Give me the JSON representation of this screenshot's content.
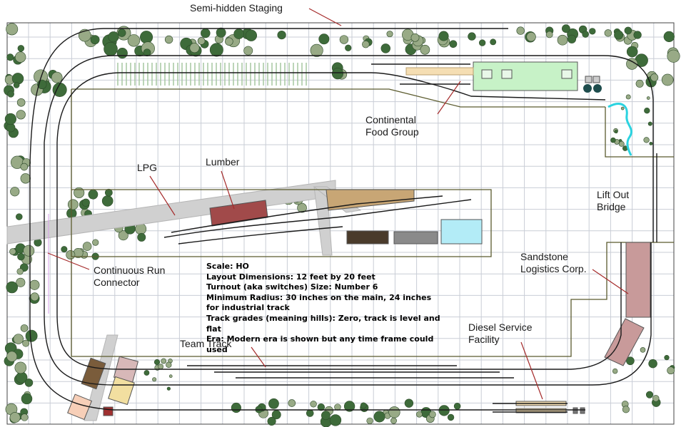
{
  "labels": {
    "staging": "Semi-hidden Staging",
    "continental": "Continental Food Group",
    "lpg": "LPG",
    "lumber": "Lumber",
    "lift_out": "Lift Out Bridge",
    "sandstone": "Sandstone Logistics Corp.",
    "continuous_run": "Continuous Run Connector",
    "team_track": "Team Track",
    "diesel": "Diesel Service Facility"
  },
  "notes": [
    "Scale: HO",
    "Layout Dimensions: 12 feet by 20 feet",
    "Turnout (aka switches) Size: Number 6",
    "Minimum Radius: 30 inches on the main, 24 inches for industrial track",
    "Track grades (meaning hills): Zero, track is level and flat",
    "Era: Modern era is shown but any time frame could used"
  ],
  "colors": {
    "track": "#1a1a1a",
    "grid": "#c9cdd6",
    "tree_dark": "#3e6b3a",
    "tree_light": "#98aa86",
    "road": "#d0d0d0",
    "lumber_building": "#a14a4a",
    "water": "#b3ecf7",
    "continental_building": "#c7f2c7",
    "sandstone_building": "#c89a9a",
    "leader": "#a52a2a"
  },
  "icons": [
    "tree-icon",
    "building-icon",
    "stream-icon"
  ]
}
